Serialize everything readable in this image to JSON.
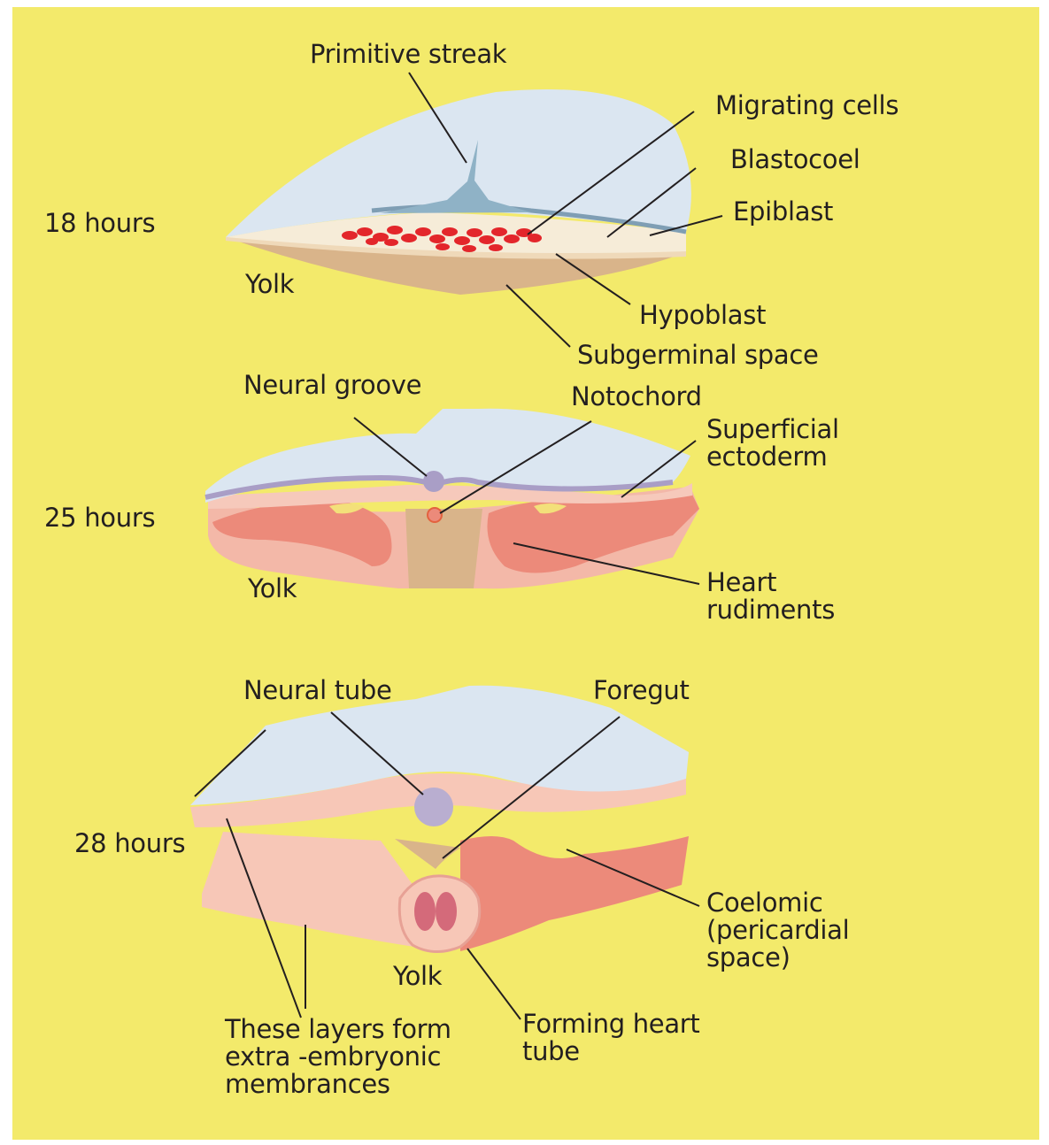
{
  "stages": {
    "s18": {
      "time": "18 hours",
      "labels": {
        "primitive_streak": "Primitive streak",
        "migrating_cells": "Migrating cells",
        "blastocoel": "Blastocoel",
        "epiblast": "Epiblast",
        "yolk": "Yolk",
        "hypoblast": "Hypoblast",
        "subgerminal_space": "Subgerminal space"
      }
    },
    "s25": {
      "time": "25 hours",
      "labels": {
        "neural_groove": "Neural groove",
        "notochord": "Notochord",
        "superficial_ectoderm": "Superficial\nectoderm",
        "yolk": "Yolk",
        "heart_rudiments": "Heart\nrudiments"
      }
    },
    "s28": {
      "time": "28 hours",
      "labels": {
        "neural_tube": "Neural tube",
        "foregut": "Foregut",
        "coelomic": "Coelomic\n(pericardial\nspace)",
        "yolk": "Yolk",
        "forming_heart_tube": "Forming heart\ntube",
        "extra_embryonic": "These layers form\nextra -embryonic\nmembrances"
      }
    }
  },
  "colors": {
    "background": "#f3ea6b",
    "epiblast": "#dbe6f1",
    "blastocoel": "#f6ecd8",
    "yolk_tan": "#d9b48a",
    "mesoderm_pink": "#f3b8a8",
    "heart_salmon": "#ec8a7a",
    "neural_purple": "#b9aed0",
    "migrating_cells": "#e3262b"
  }
}
